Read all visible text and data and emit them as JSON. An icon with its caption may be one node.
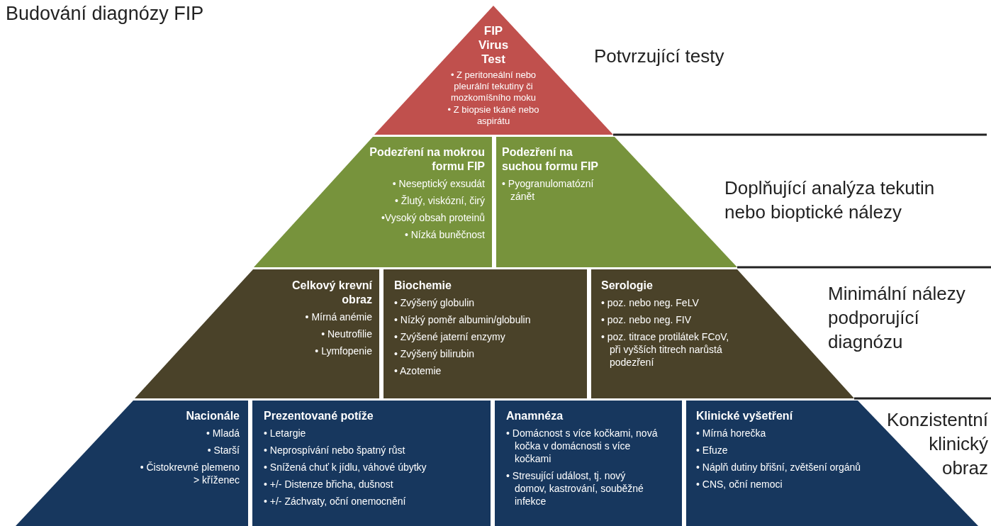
{
  "diagram": {
    "title": "Budování diagnózy FIP",
    "nodes": [
      {
        "text": [
          "FIP Virus Test",
          "• Z peritoneální nebo pleurální tekutiny či mozkomíšního moku",
          "• Z biopsie tkáně nebo aspirátu"
        ]
      },
      {
        "text": [
          "Podezření na mokrou formu FIP",
          "• Neseptický exsudát",
          "• Žlutý, viskózní, čirý",
          "•Vysoký obsah proteinů",
          "• Nízká buněčnost"
        ]
      },
      {
        "text": [
          "Podezření na suchou formu FIP",
          "• Pyogranulomatózní zánět"
        ]
      },
      {
        "text": [
          "Celkový krevní obraz",
          "• Mírná anémie",
          "• Neutrofilie",
          "• Lymfopenie"
        ]
      },
      {
        "text": [
          "Biochemie",
          "• Zvýšený globulin",
          "• Nízký poměr albumin/globulin",
          "• Zvýšené jaterní enzymy",
          "• Zvýšený bilirubin",
          "• Azotemie"
        ]
      },
      {
        "text": [
          "Serologie",
          "• poz. nebo neg. FeLV",
          "• poz. nebo neg. FIV",
          "• poz. titrace protilátek FCoV, při vyšších titrech narůstá podezření"
        ]
      },
      {
        "text": [
          "Nacionále",
          "• Mladá",
          "• Starší",
          "• Čistokrevné plemeno > kříženec"
        ]
      },
      {
        "text": [
          "Prezentované potíže",
          "• Letargie",
          "• Neprospívání nebo špatný růst",
          "• Snížená chuť k jídlu, váhové úbytky",
          "• +/- Distenze břicha, dušnost",
          "• +/- Záchvaty, oční onemocnění"
        ]
      },
      {
        "text": [
          "Anamnéza",
          "• Domácnost s více kočkami, nová kočka v domácnosti s více kočkami",
          "• Stresující událost, tj. nový domov, kastrování, souběžné infekce"
        ]
      },
      {
        "text": [
          "Klinické vyšetření",
          "• Mírná horečka",
          "• Efuze",
          "• Náplň dutiny břišní, zvětšení orgánů",
          "• CNS, oční nemoci"
        ]
      }
    ],
    "labels": [
      "Potvrzující testy",
      "Doplňující analýza tekutin nebo bioptické nálezy",
      "Minimální nálezy podporující diagnózu",
      "Konzistentní klinický obraz"
    ]
  }
}
